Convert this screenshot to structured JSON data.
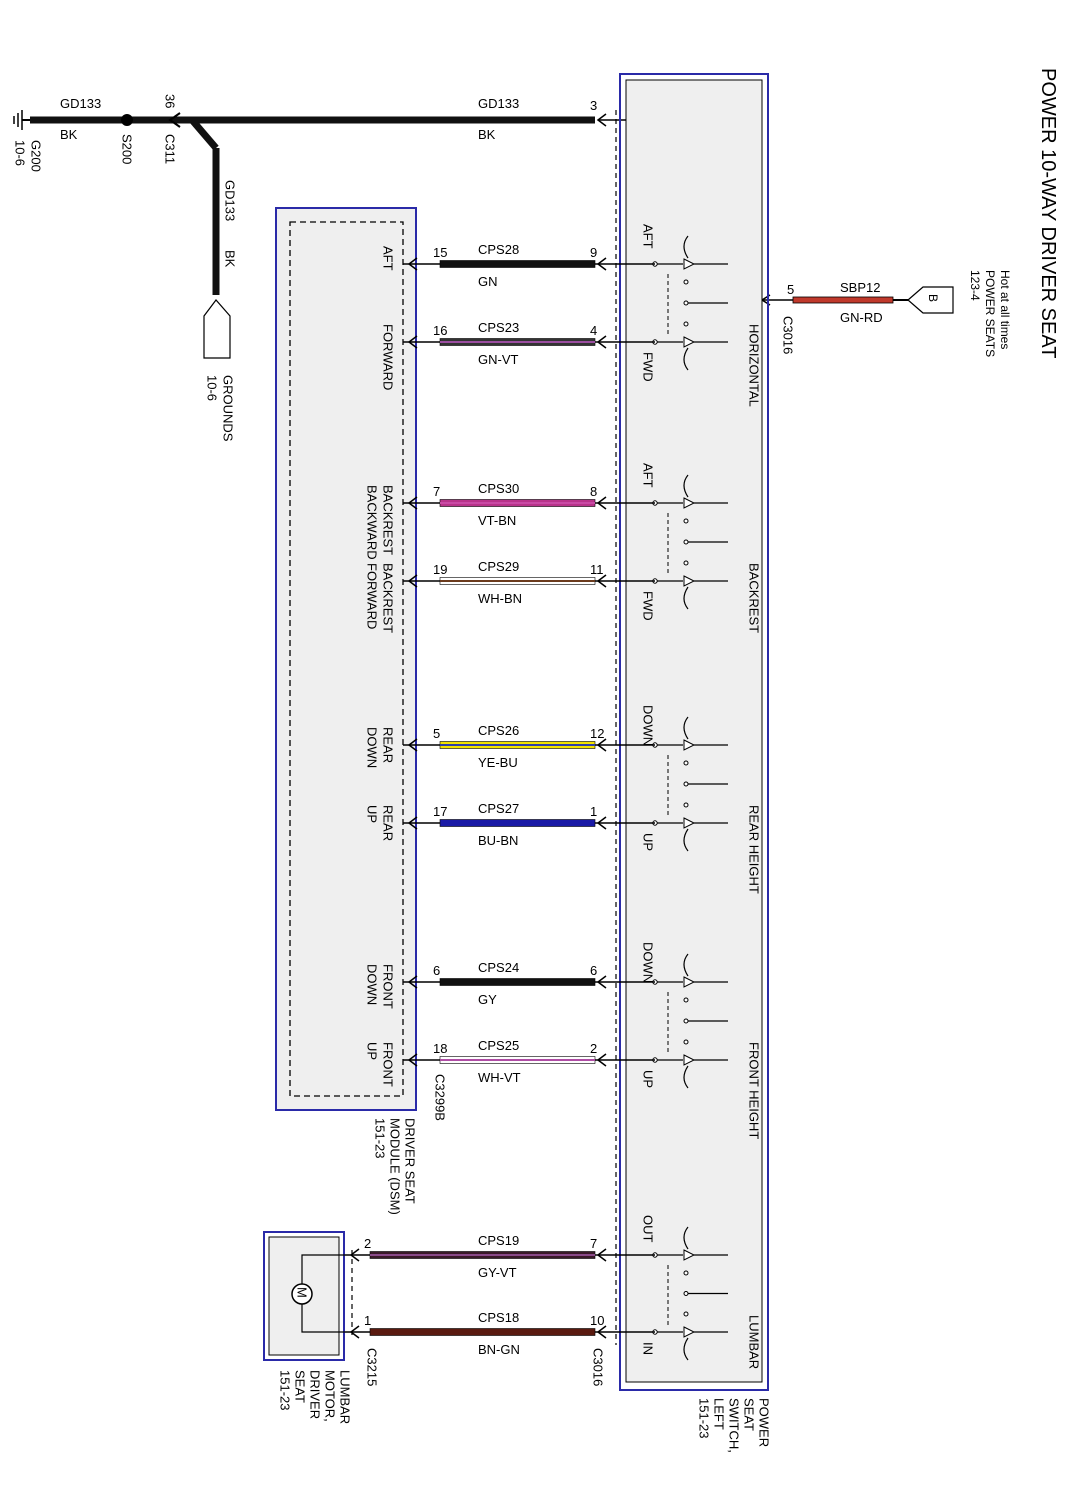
{
  "title": "POWER 10-WAY DRIVER SEAT",
  "power_source": {
    "line1": "Hot at all times",
    "line2": "POWER SEATS",
    "line3": "123-4",
    "connector_letter": "B",
    "wire_code": "SBP12",
    "wire_color": "GN-RD",
    "pin": "5",
    "connector": "C3016",
    "color": "#c0392b"
  },
  "ground": {
    "device": "G200",
    "device_ref": "10-6",
    "wire_code": "GD133",
    "wire_color": "BK",
    "splice": "S200",
    "c311_pin": "36",
    "c311": "C311",
    "switch_pin": "3",
    "ref_label": "GROUNDS",
    "ref_page": "10-6"
  },
  "switch": {
    "name_lines": [
      "POWER",
      "SEAT",
      "SWITCH,",
      "LEFT"
    ],
    "ref": "151-23",
    "connector": "C3016",
    "sections": [
      "HORIZONTAL",
      "BACKREST",
      "REAR HEIGHT",
      "FRONT HEIGHT",
      "LUMBAR"
    ],
    "contacts": [
      "AFT",
      "FWD",
      "AFT",
      "FWD",
      "DOWN",
      "UP",
      "DOWN",
      "UP",
      "OUT",
      "IN"
    ]
  },
  "module": {
    "name_lines": [
      "DRIVER SEAT",
      "MODULE (DSM)"
    ],
    "ref": "151-23",
    "connector": "C3299B"
  },
  "lumbar_motor": {
    "name_lines": [
      "LUMBAR",
      "MOTOR,",
      "DRIVER",
      "SEAT"
    ],
    "ref": "151-23",
    "connector": "C3215",
    "symbol": "M"
  },
  "circuits": [
    {
      "code": "CPS28",
      "color_code": "GN",
      "switch_pin": "9",
      "dest_pin": "15",
      "dest_lines": [
        "AFT"
      ],
      "hex": [
        "#111111"
      ]
    },
    {
      "code": "CPS23",
      "color_code": "GN-VT",
      "switch_pin": "4",
      "dest_pin": "16",
      "dest_lines": [
        "FORWARD"
      ],
      "hex": [
        "#333333",
        "#9b4ea0"
      ]
    },
    {
      "code": "CPS30",
      "color_code": "VT-BN",
      "switch_pin": "8",
      "dest_pin": "7",
      "dest_lines": [
        "BACKREST",
        "BACKWARD"
      ],
      "hex": [
        "#b8338a",
        "#c94aa5"
      ]
    },
    {
      "code": "CPS29",
      "color_code": "WH-BN",
      "switch_pin": "11",
      "dest_pin": "19",
      "dest_lines": [
        "BACKREST",
        "FORWARD"
      ],
      "hex": [
        "#ffffff",
        "#6b3b1e"
      ]
    },
    {
      "code": "CPS26",
      "color_code": "YE-BU",
      "switch_pin": "12",
      "dest_pin": "5",
      "dest_lines": [
        "REAR",
        "DOWN"
      ],
      "hex": [
        "#f2e200",
        "#2f3fa8"
      ]
    },
    {
      "code": "CPS27",
      "color_code": "BU-BN",
      "switch_pin": "1",
      "dest_pin": "17",
      "dest_lines": [
        "REAR",
        "UP"
      ],
      "hex": [
        "#1a1aa6"
      ]
    },
    {
      "code": "CPS24",
      "color_code": "GY",
      "switch_pin": "6",
      "dest_pin": "6",
      "dest_lines": [
        "FRONT",
        "DOWN"
      ],
      "hex": [
        "#111111"
      ]
    },
    {
      "code": "CPS25",
      "color_code": "WH-VT",
      "switch_pin": "2",
      "dest_pin": "18",
      "dest_lines": [
        "FRONT",
        "UP"
      ],
      "hex": [
        "#ffffff",
        "#b04ea5"
      ]
    },
    {
      "code": "CPS19",
      "color_code": "GY-VT",
      "switch_pin": "7",
      "dest_pin": "2",
      "dest_lines": [],
      "hex": [
        "#3a1a2a",
        "#8a4a8a"
      ]
    },
    {
      "code": "CPS18",
      "color_code": "BN-GN",
      "switch_pin": "10",
      "dest_pin": "1",
      "dest_lines": [],
      "hex": [
        "#5a1a10"
      ]
    }
  ],
  "colors": {
    "box_border": "#2a2aa8",
    "box_fill": "#efefef",
    "wire_black": "#111111"
  }
}
